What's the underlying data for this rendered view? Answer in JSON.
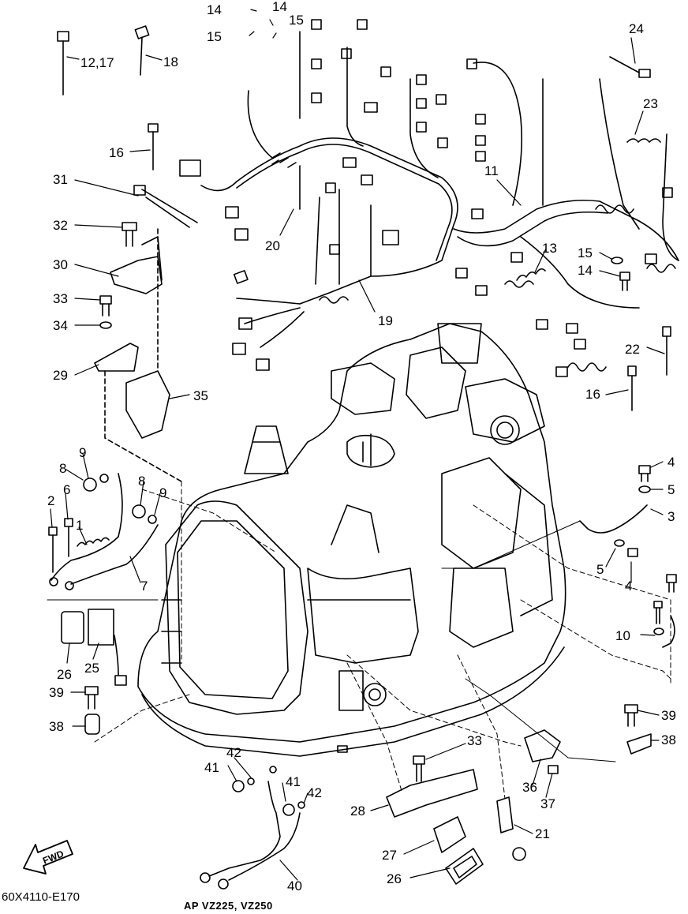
{
  "callouts": [
    "14",
    "14",
    "15",
    "15",
    "12,17",
    "18",
    "24",
    "23",
    "16",
    "31",
    "32",
    "30",
    "33",
    "34",
    "29",
    "35",
    "11",
    "13",
    "15",
    "14",
    "20",
    "19",
    "22",
    "16",
    "4",
    "5",
    "3",
    "5",
    "4",
    "9",
    "8",
    "8",
    "9",
    "2",
    "6",
    "1",
    "7",
    "10",
    "26",
    "25",
    "39",
    "38",
    "39",
    "38",
    "42",
    "41",
    "41",
    "42",
    "33",
    "36",
    "37",
    "28",
    "21",
    "27",
    "26",
    "40"
  ],
  "footer": {
    "code": "60X4110-E170",
    "model": "AP VZ225, VZ250",
    "fwd": "FWD"
  }
}
